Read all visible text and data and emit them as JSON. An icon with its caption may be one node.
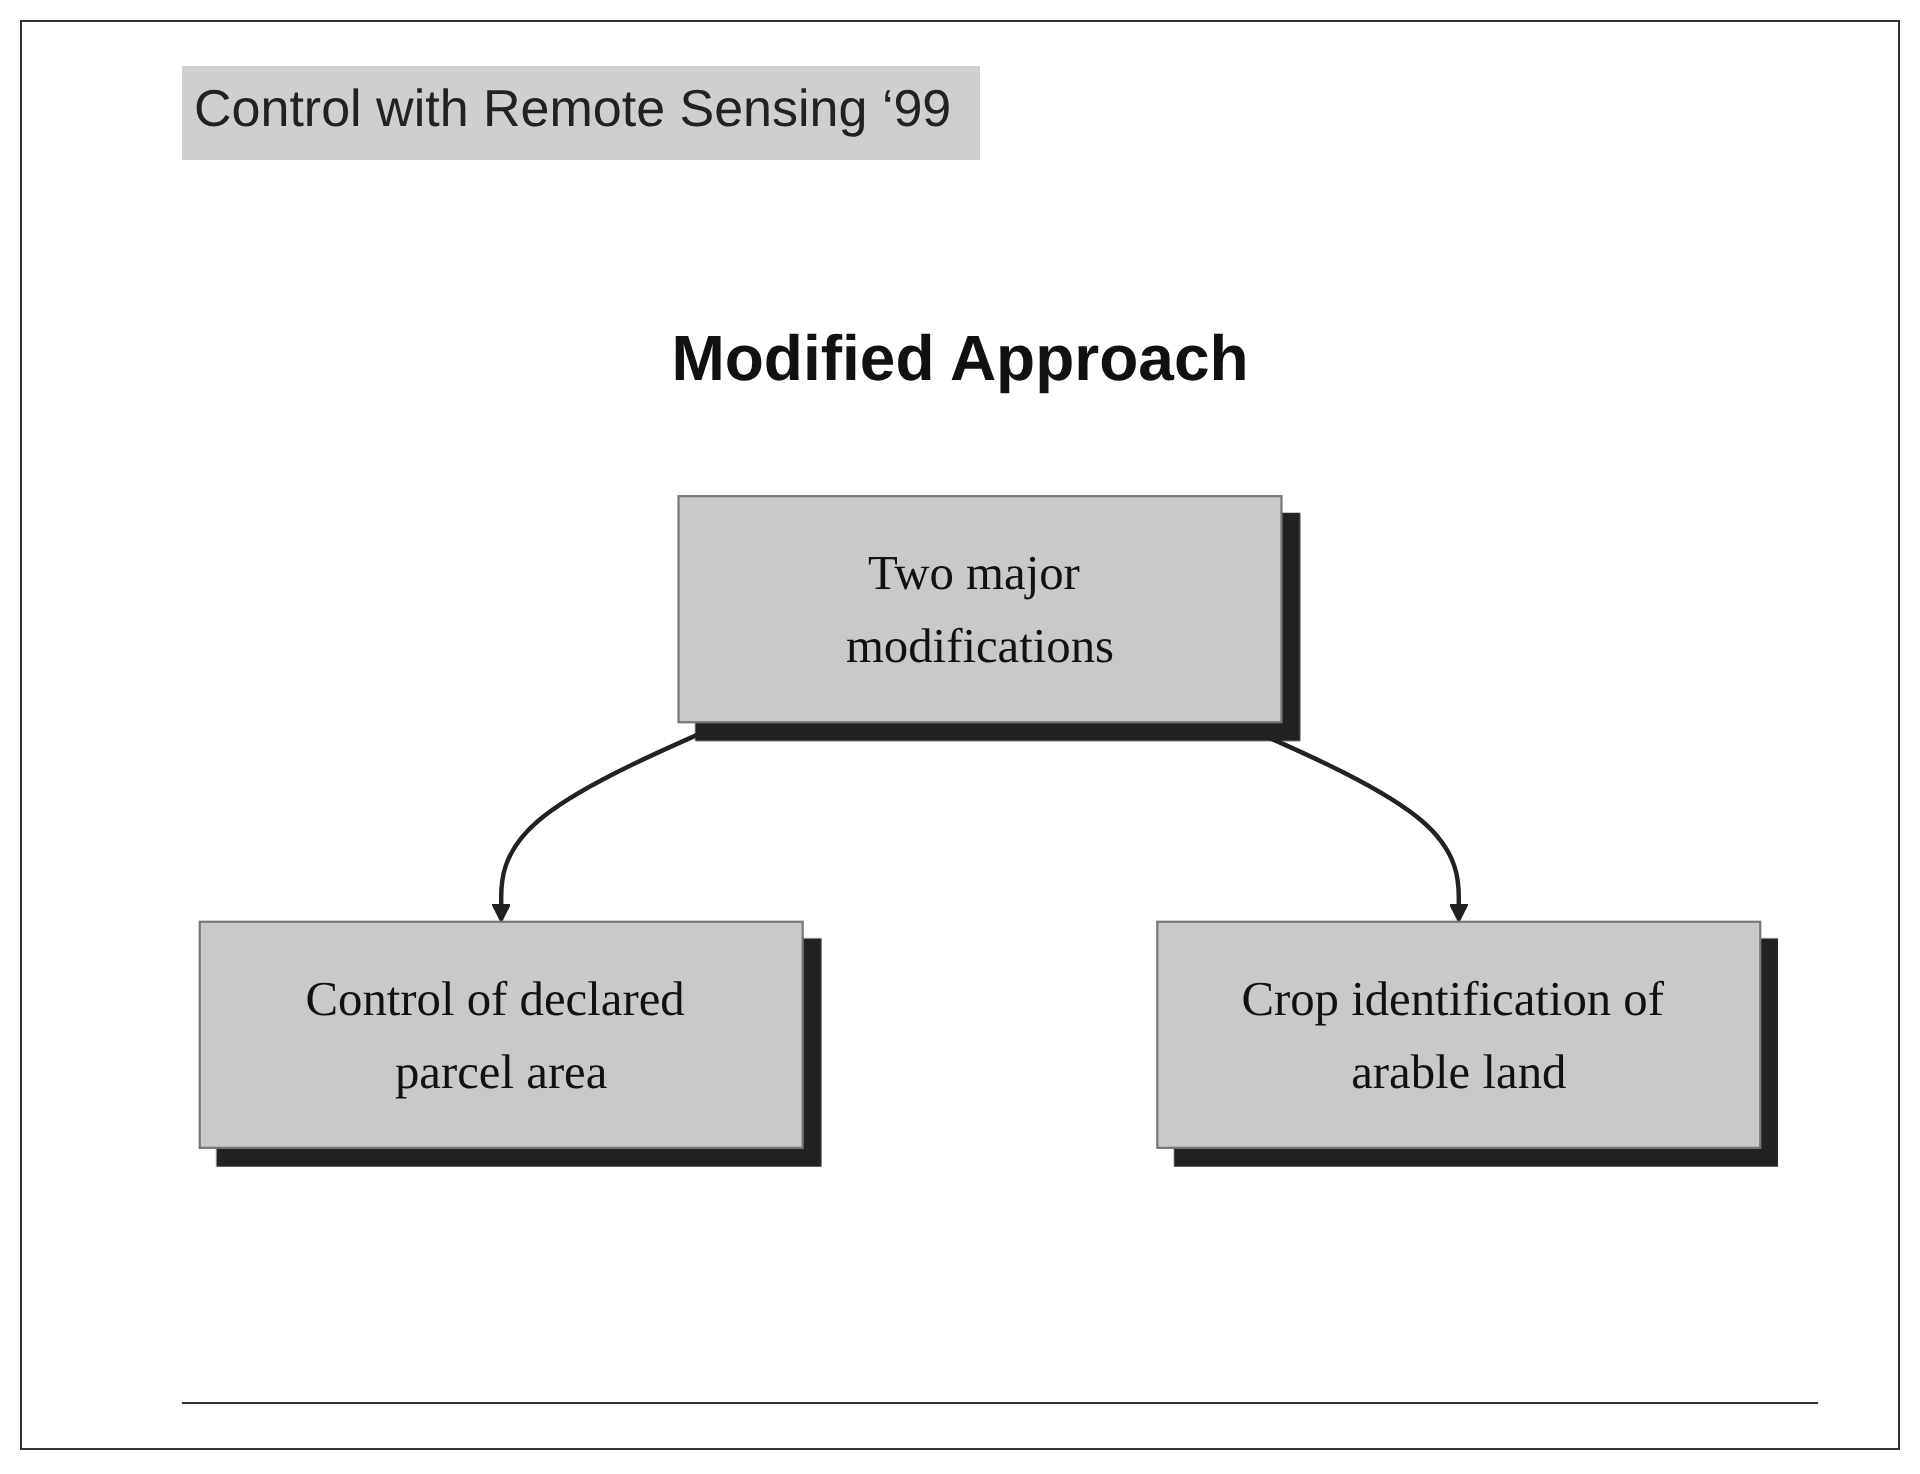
{
  "diagram": {
    "title": "Control with Remote Sensing ‘99",
    "nodes": [
      {
        "text": [
          "Two major modifications"
        ]
      },
      {
        "text": [
          "Control of declared parcel area"
        ]
      },
      {
        "text": [
          "Crop identification of arable land"
        ]
      }
    ],
    "edges": [
      {
        "from": 0,
        "to": 1,
        "arrow": "to"
      },
      {
        "from": 0,
        "to": 2,
        "arrow": "to"
      }
    ],
    "labels": [
      "Modified Approach"
    ]
  }
}
